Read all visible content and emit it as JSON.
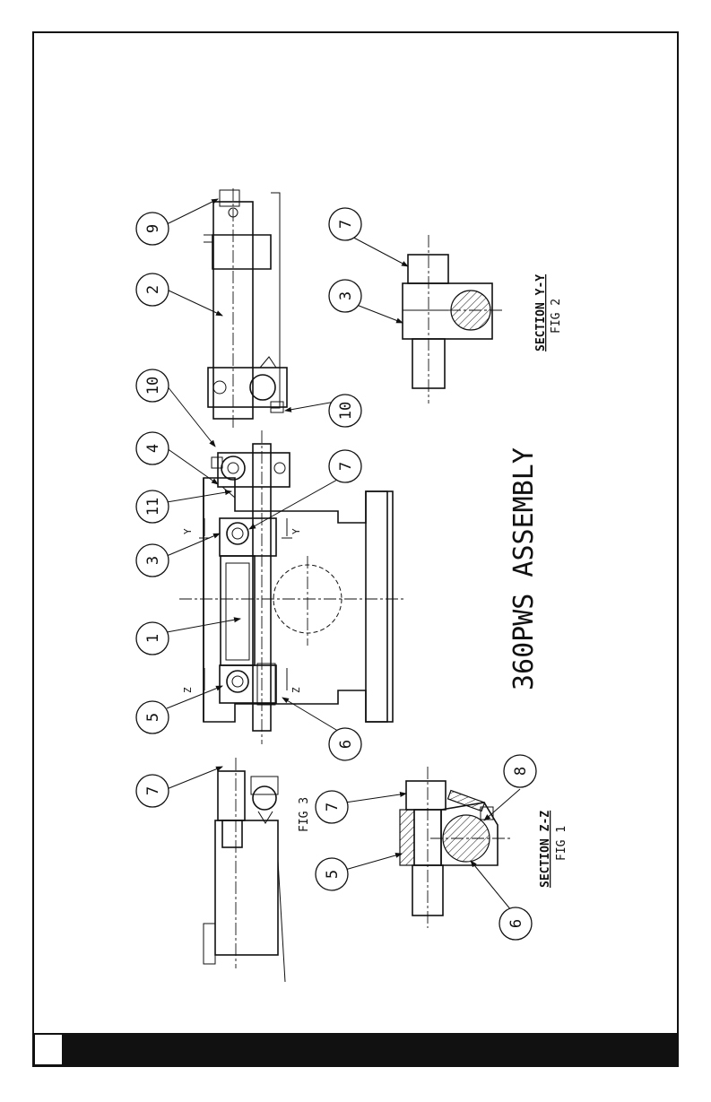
{
  "title": "360PWS ASSEMBLY",
  "section_z": {
    "title": "SECTION Z-Z",
    "fig": "FIG 1"
  },
  "section_y": {
    "title": "SECTION Y-Y",
    "fig": "FIG 2"
  },
  "fig3": "FIG 3",
  "section_markers": {
    "y": "Y",
    "z": "Z"
  },
  "balloons": {
    "b9": "9",
    "b2": "2",
    "b10a": "10",
    "b10b": "10",
    "b4": "4",
    "b11": "11",
    "b3a": "3",
    "b1": "1",
    "b5a": "5",
    "b7a": "7",
    "b6a": "6",
    "b7b": "7",
    "b3b": "3",
    "b7c": "7",
    "b7d": "7",
    "b5b": "5",
    "b8": "8",
    "b6b": "6"
  },
  "footer": {
    "page_number": ""
  }
}
